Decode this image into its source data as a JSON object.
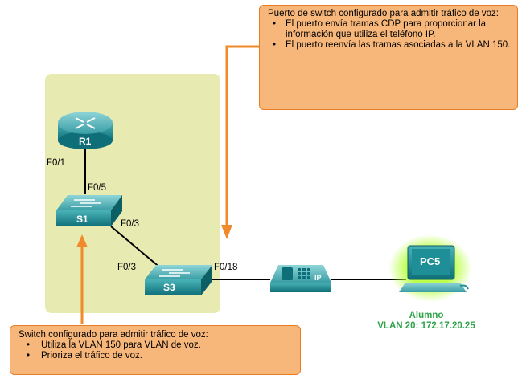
{
  "callout_top": {
    "title": "Puerto de switch configurado para admitir tráfico de voz:",
    "bullets": [
      "El puerto envía tramas CDP para proporcionar la información que utiliza el teléfono IP.",
      "El puerto reenvía las tramas asociadas a la VLAN 150."
    ]
  },
  "callout_bottom": {
    "title": "Switch configurado para admitir tráfico de voz:",
    "bullets": [
      "Utiliza la VLAN 150 para VLAN de voz.",
      "Prioriza el tráfico de voz."
    ]
  },
  "devices": {
    "router": "R1",
    "switch1": "S1",
    "switch3": "S3",
    "phone": "IP",
    "pc": "PC5"
  },
  "ports": {
    "r1_port": "F0/1",
    "s1_up": "F0/5",
    "s1_down": "F0/3",
    "s3_up": "F0/3",
    "s3_phone": "F0/18"
  },
  "student": {
    "name": "Alumno",
    "vlan": "VLAN 20: 172.17.20.25"
  },
  "colors": {
    "zone": "#e7ebb1",
    "device": "#1e8f97",
    "callout_fill": "#f8b77a",
    "callout_border": "#ea7d22",
    "arrow": "#f08a2a",
    "student_text": "#2ea34a"
  }
}
